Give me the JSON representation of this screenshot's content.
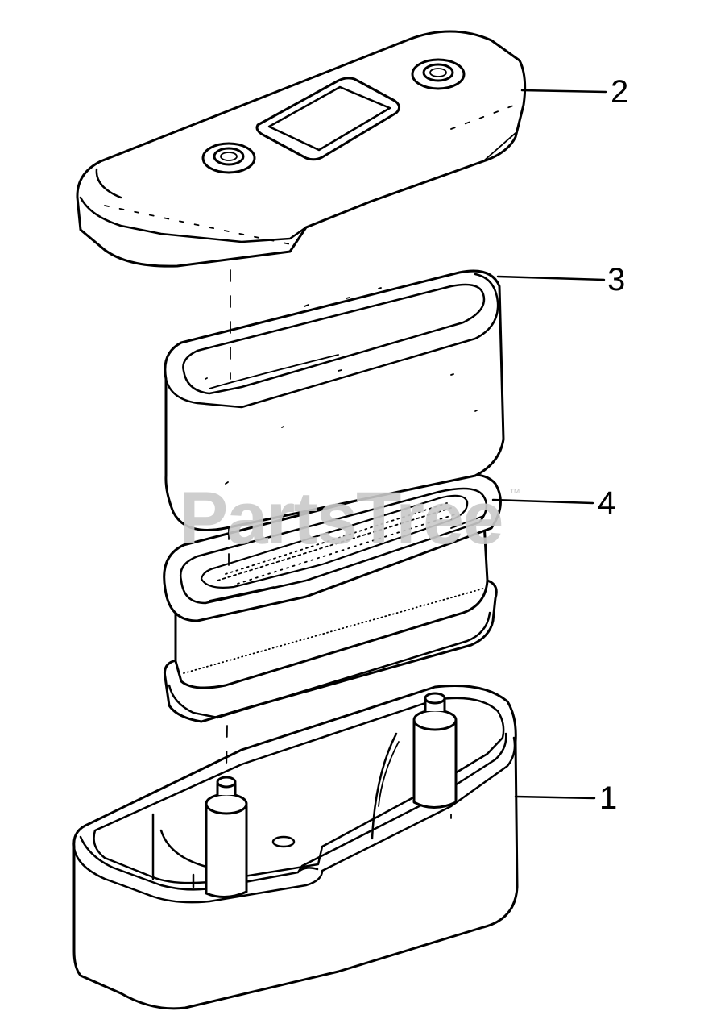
{
  "watermark": {
    "text": "PartsTree",
    "trademark": "™"
  },
  "callouts": [
    {
      "id": "cover",
      "label": "2"
    },
    {
      "id": "pre-cleaner",
      "label": "3"
    },
    {
      "id": "cartridge",
      "label": "4"
    },
    {
      "id": "base",
      "label": "1"
    }
  ]
}
